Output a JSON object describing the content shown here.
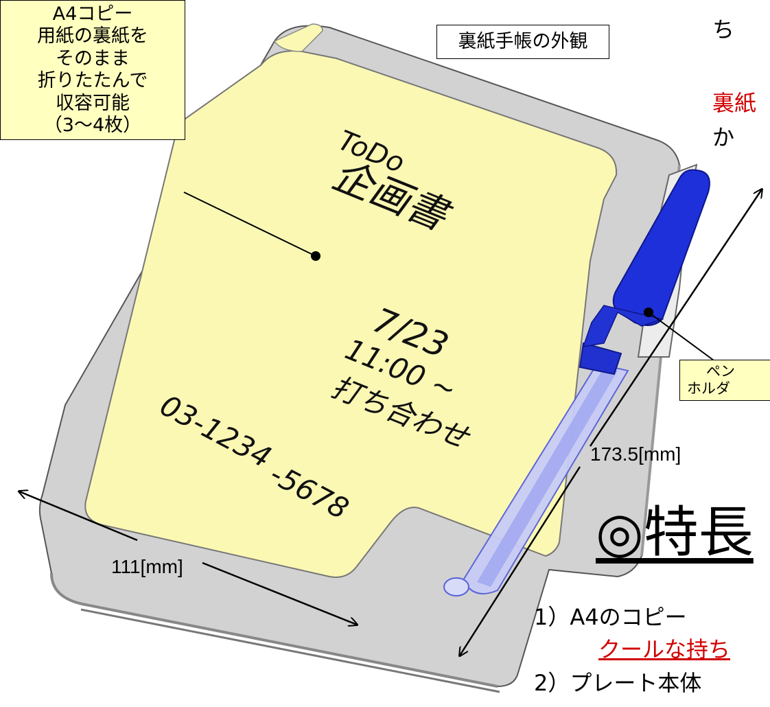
{
  "diagram": {
    "title": "裏紙手帳の外観",
    "callout_storage": [
      "A4コピー",
      "用紙の裏紙を",
      "そのまま",
      "折りたたんで",
      "収容可能",
      "（3～4枚）"
    ],
    "callout_pen": [
      "ペン",
      "ホルダ"
    ],
    "dimension_width": "111[mm]",
    "dimension_height": "173.5[mm]",
    "note_handwriting": {
      "todo": "ToDo",
      "task": "企画書",
      "date": "7/23",
      "time": "11:00 ~",
      "meeting": "打ち合わせ",
      "phone_1": "03-1234",
      "phone_2": "-5678"
    },
    "right_top_fragment_1": "ち",
    "right_red_fragment": "裏紙",
    "right_fragment_2": "か",
    "features_heading": "◎特長",
    "feature_1": "1）A4のコピー",
    "feature_1_sub": "クールな持ち",
    "feature_2": "2）プレート本体"
  },
  "colors": {
    "note": "#fbf8b4",
    "frame": "#cfcfcf",
    "pen_blue": "#1a2fd8",
    "pen_barrel": "#a8b0f0",
    "accent_red": "#d00000",
    "callout_fill": "#ffffc0"
  }
}
